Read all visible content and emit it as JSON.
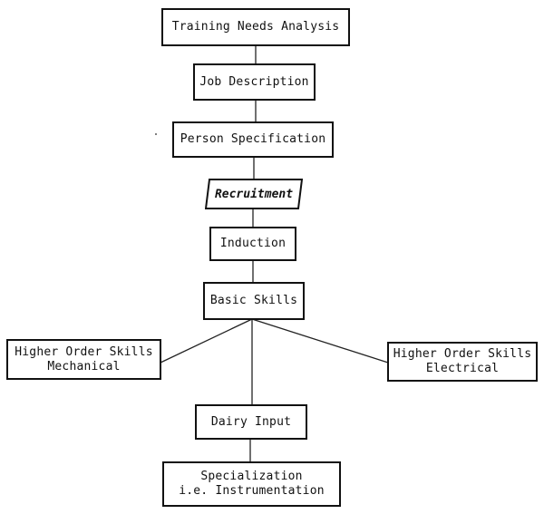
{
  "diagram": {
    "nodes": {
      "training_needs_analysis": "Training Needs Analysis",
      "job_description": "Job Description",
      "person_specification": "Person Specification",
      "recruitment": "Recruitment",
      "induction": "Induction",
      "basic_skills": "Basic Skills",
      "higher_order_mechanical": [
        "Higher Order Skills",
        "Mechanical"
      ],
      "higher_order_electrical": [
        "Higher Order Skills",
        "Electrical"
      ],
      "dairy_input": "Dairy Input",
      "specialization": [
        "Specialization",
        "i.e. Instrumentation"
      ]
    },
    "edges": [
      [
        "training_needs_analysis",
        "job_description"
      ],
      [
        "job_description",
        "person_specification"
      ],
      [
        "person_specification",
        "recruitment"
      ],
      [
        "recruitment",
        "induction"
      ],
      [
        "induction",
        "basic_skills"
      ],
      [
        "basic_skills",
        "higher_order_mechanical"
      ],
      [
        "basic_skills",
        "higher_order_electrical"
      ],
      [
        "basic_skills",
        "dairy_input"
      ],
      [
        "dairy_input",
        "specialization"
      ]
    ]
  }
}
